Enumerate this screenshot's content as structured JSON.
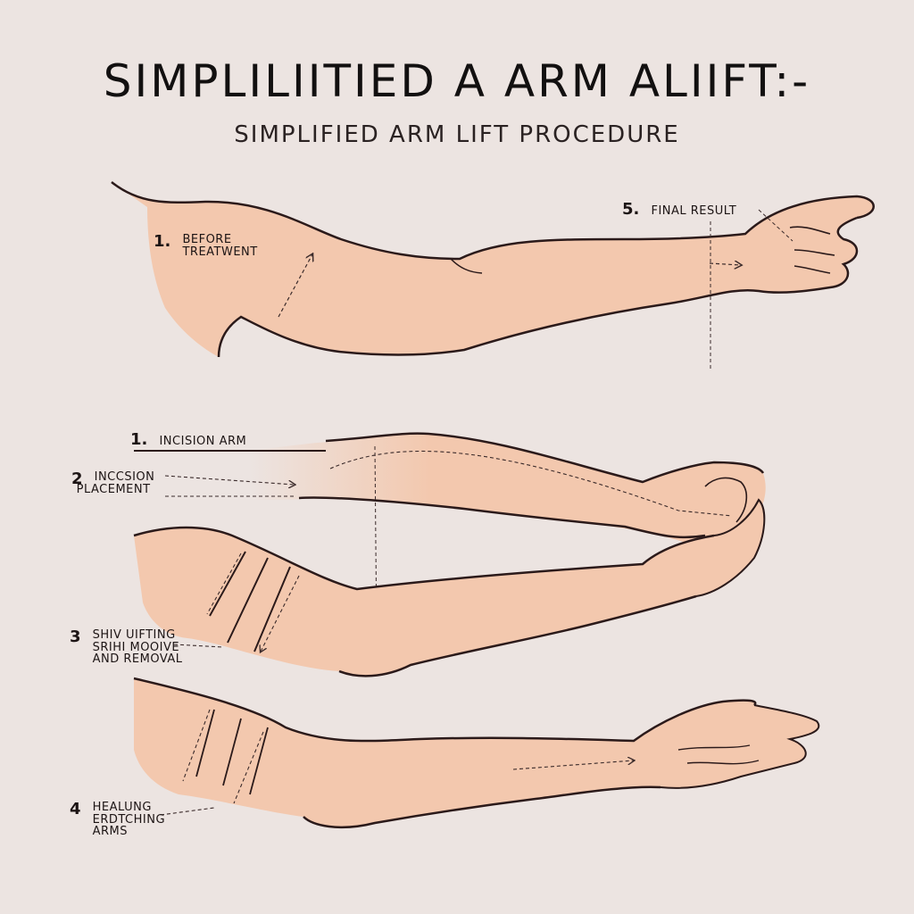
{
  "title": "SIMPLILIITIED A ARM ALIIFT:-",
  "subtitle": "SIMPLIFIED ARM LIFT PROCEDURE",
  "colors": {
    "background": "#ece4e1",
    "skin": "#f3c8ae",
    "outline": "#2b1a1a",
    "guide": "#3a2a2a"
  },
  "labels": {
    "before": {
      "number": "1.",
      "line1": "BEFORE",
      "line2": "TREATWENT"
    },
    "final": {
      "number": "5.",
      "text": "FINAL RESULT"
    },
    "incision_arm": {
      "number": "1.",
      "text": "INCISION ARM"
    },
    "incision_placement": {
      "number": "2",
      "line1": "INCCSION",
      "line2": "PLACEMENT"
    },
    "skin_lifting": {
      "number": "3",
      "line1": "SHIV UIFTING",
      "line2": "SRIHI MOOIVE",
      "line3": "AND REMOVAL"
    },
    "healing": {
      "number": "4",
      "line1": "HEALUNG",
      "line2": "ERDTCHING",
      "line3": "ARMS"
    }
  }
}
